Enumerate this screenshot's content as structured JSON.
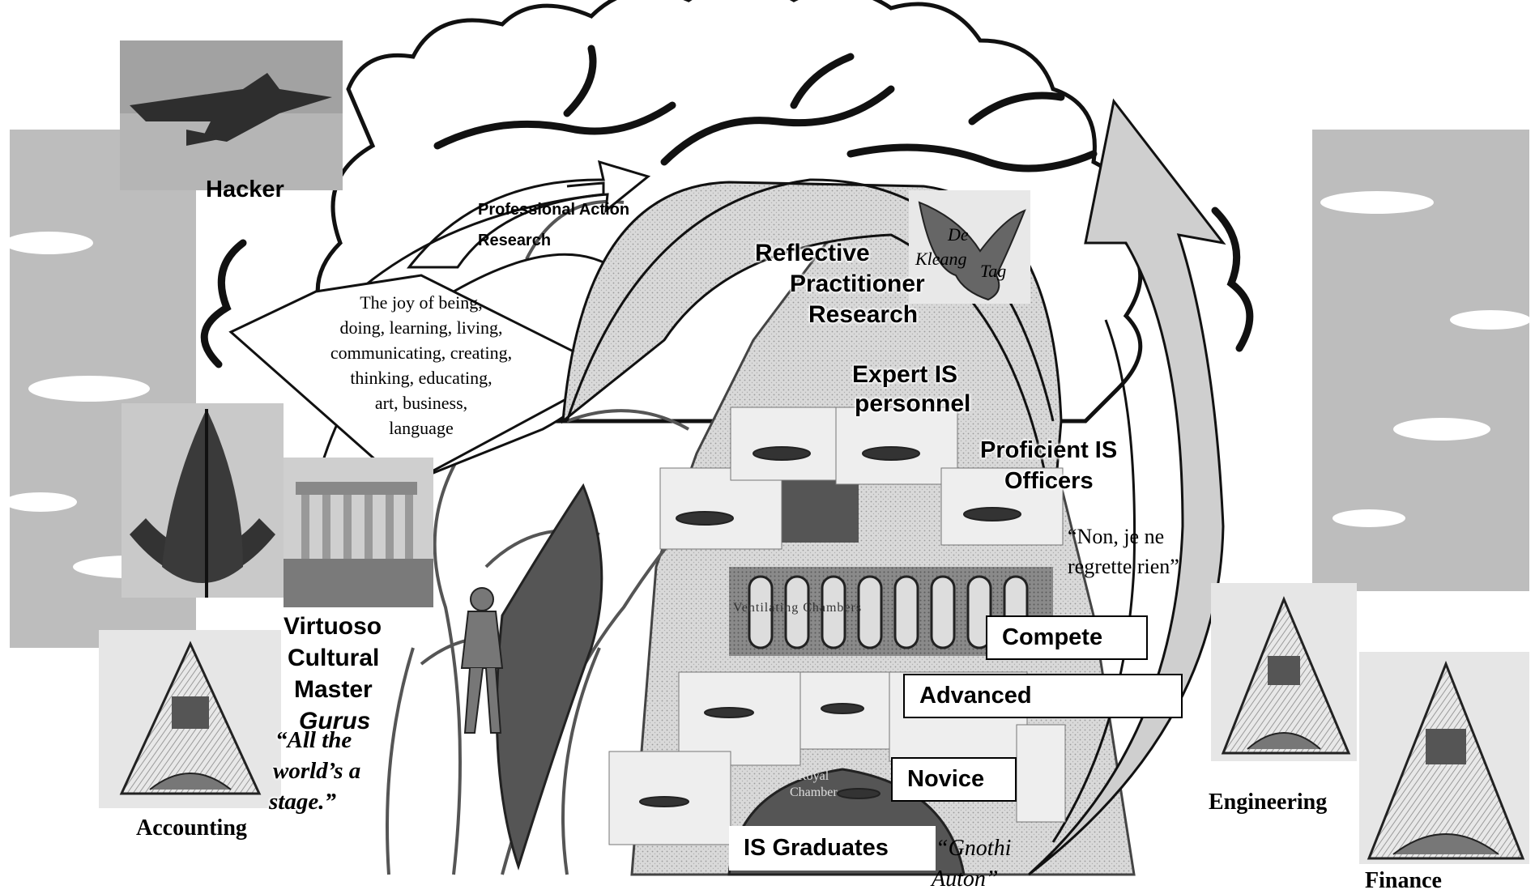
{
  "labels": {
    "hacker": "Hacker",
    "professional_action_research_1": "Professional Action",
    "professional_action_research_2": "Research",
    "reflective_practitioner_1": "Reflective",
    "reflective_practitioner_2": "Practitioner",
    "reflective_practitioner_3": "Research",
    "expert_is_1": "Expert IS",
    "expert_is_2": "personnel",
    "proficient_is_1": "Proficient IS",
    "proficient_is_2": "Officers",
    "joy_text": [
      "The joy of being,",
      "doing, learning, living,",
      "communicating, creating,",
      "thinking, educating,",
      "art, business,",
      "language"
    ],
    "non_quote_1": "“Non, je ne",
    "non_quote_2": "regrette rien”",
    "compete": "Compete",
    "advanced": "Advanced",
    "novice": "Novice",
    "is_graduates": "IS Graduates",
    "virtuoso_1": "Virtuoso",
    "virtuoso_2": "Cultural",
    "virtuoso_3": "Master",
    "virtuoso_4": "Gurus",
    "stage_quote_1": "“All the",
    "stage_quote_2": "world’s a",
    "stage_quote_3": "stage.”",
    "accounting": "Accounting",
    "engineering": "Engineering",
    "finance": "Finance",
    "gnothi_1": "“Gnothi",
    "gnothi_2": "Auton”",
    "eagle_text_1": "De",
    "eagle_text_2": "Kleang",
    "eagle_text_3": "Tag",
    "chamber_text": "Ventilating Chambers",
    "royal_chamber_1": "Royal",
    "royal_chamber_2": "Chamber"
  },
  "colors": {
    "sky_grey": "#bdbdbd",
    "arrow_grey": "#c8c8c8",
    "dark": "#2a2a2a"
  }
}
